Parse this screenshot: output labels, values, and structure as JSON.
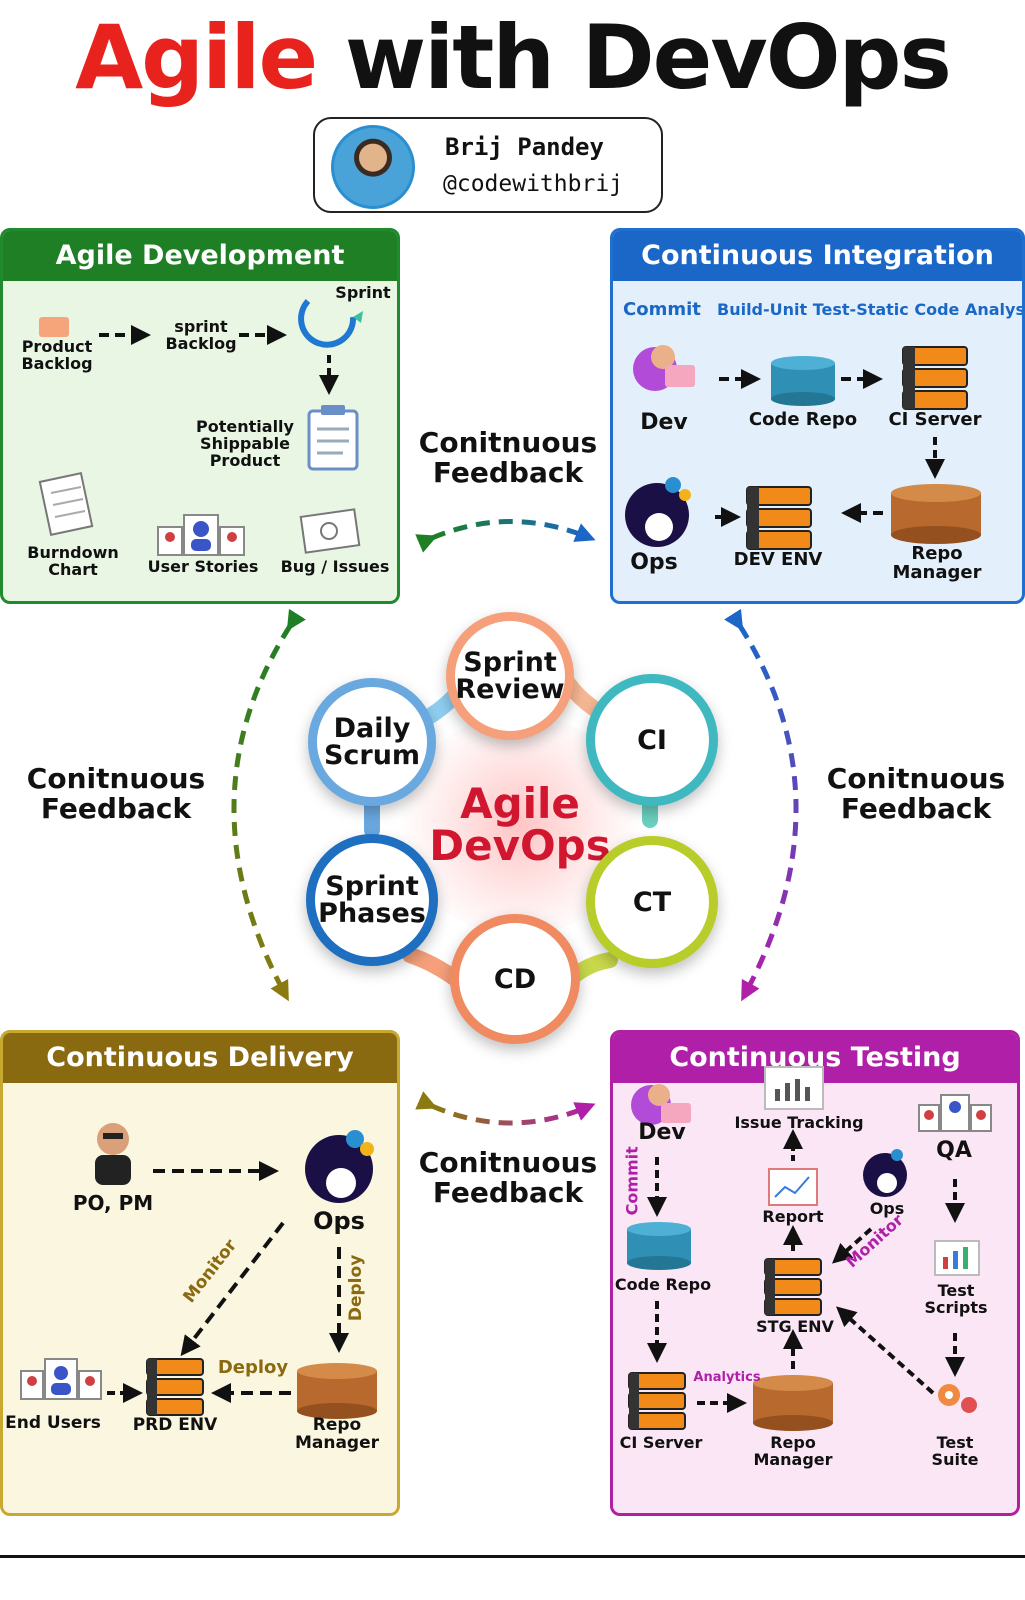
{
  "title": {
    "part1": "Agile",
    "part2": " with DevOps"
  },
  "author": {
    "name": "Brij Pandey",
    "handle": "@codewithbrij"
  },
  "feedback_label": {
    "line1": "Conitnuous",
    "line2": "Feedback"
  },
  "agile_dev": {
    "title": "Agile Development",
    "product_backlog": {
      "line1": "Product",
      "line2": "Backlog"
    },
    "sprint_backlog": {
      "line1": "sprint",
      "line2": "Backlog"
    },
    "sprint": "Sprint",
    "shippable": {
      "line1": "Potentially",
      "line2": "Shippable",
      "line3": "Product"
    },
    "burndown": {
      "line1": "Burndown",
      "line2": "Chart"
    },
    "user_stories": "User Stories",
    "bug_issues": "Bug / Issues"
  },
  "ci": {
    "title": "Continuous Integration",
    "commit": "Commit",
    "build_line": "Build-Unit Test-Static Code Analysis",
    "dev": "Dev",
    "code_repo": "Code Repo",
    "ci_server": "CI Server",
    "ops": "Ops",
    "dev_env": "DEV ENV",
    "repo_manager": {
      "line1": "Repo",
      "line2": "Manager"
    }
  },
  "hub": {
    "center": {
      "line1": "Agile",
      "line2": "DevOps"
    },
    "sprint_review": {
      "line1": "Sprint",
      "line2": "Review"
    },
    "daily_scrum": {
      "line1": "Daily",
      "line2": "Scrum"
    },
    "ci": "CI",
    "ct": "CT",
    "sprint_phases": {
      "line1": "Sprint",
      "line2": "Phases"
    },
    "cd": "CD"
  },
  "cd": {
    "title": "Continuous Delivery",
    "po_pm": "PO, PM",
    "ops": "Ops",
    "monitor": "Monitor",
    "deploy_vertical": "Deploy",
    "deploy_horizontal": "Deploy",
    "end_users": "End Users",
    "prd_env": "PRD ENV",
    "repo_manager": {
      "line1": "Repo",
      "line2": "Manager"
    }
  },
  "ct": {
    "title": "Continuous Testing",
    "dev": "Dev",
    "issue_tracking": "Issue Tracking",
    "qa": "QA",
    "commit": "Commit",
    "report": "Report",
    "ops": "Ops",
    "monitor": "Monitor",
    "code_repo": "Code Repo",
    "stg_env": "STG ENV",
    "test_scripts": {
      "line1": "Test",
      "line2": "Scripts"
    },
    "analytics": "Analytics",
    "ci_server": "CI Server",
    "repo_manager": {
      "line1": "Repo",
      "line2": "Manager"
    },
    "test_suite": {
      "line1": "Test",
      "line2": "Suite"
    }
  },
  "colors": {
    "title_red": "#e8231d",
    "agile_green": "#1e7f24",
    "ci_blue": "#1a67c8",
    "cd_gold": "#8a6a10",
    "ct_magenta": "#b01fa8",
    "hub_red": "#d1162f"
  }
}
